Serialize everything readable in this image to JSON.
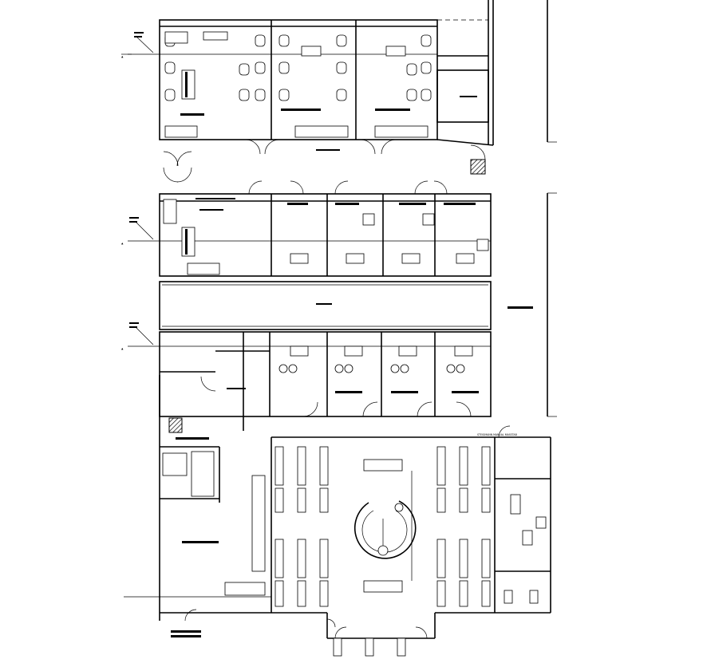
{
  "drawing": {
    "type": "architectural floor plan",
    "legible_labels": [
      "STEIGMANN MANUAL MASSTAB"
    ],
    "colors": {
      "line": "#000000",
      "background": "#ffffff"
    },
    "blocks": [
      "ward-block-top",
      "ward-block-middle",
      "ward-block-lower",
      "waiting-hall-block"
    ],
    "icons": [
      "door-swing-icon",
      "chair-icon",
      "bed-icon",
      "toilet-icon",
      "hatched-shaft-icon",
      "section-marker-icon"
    ]
  }
}
